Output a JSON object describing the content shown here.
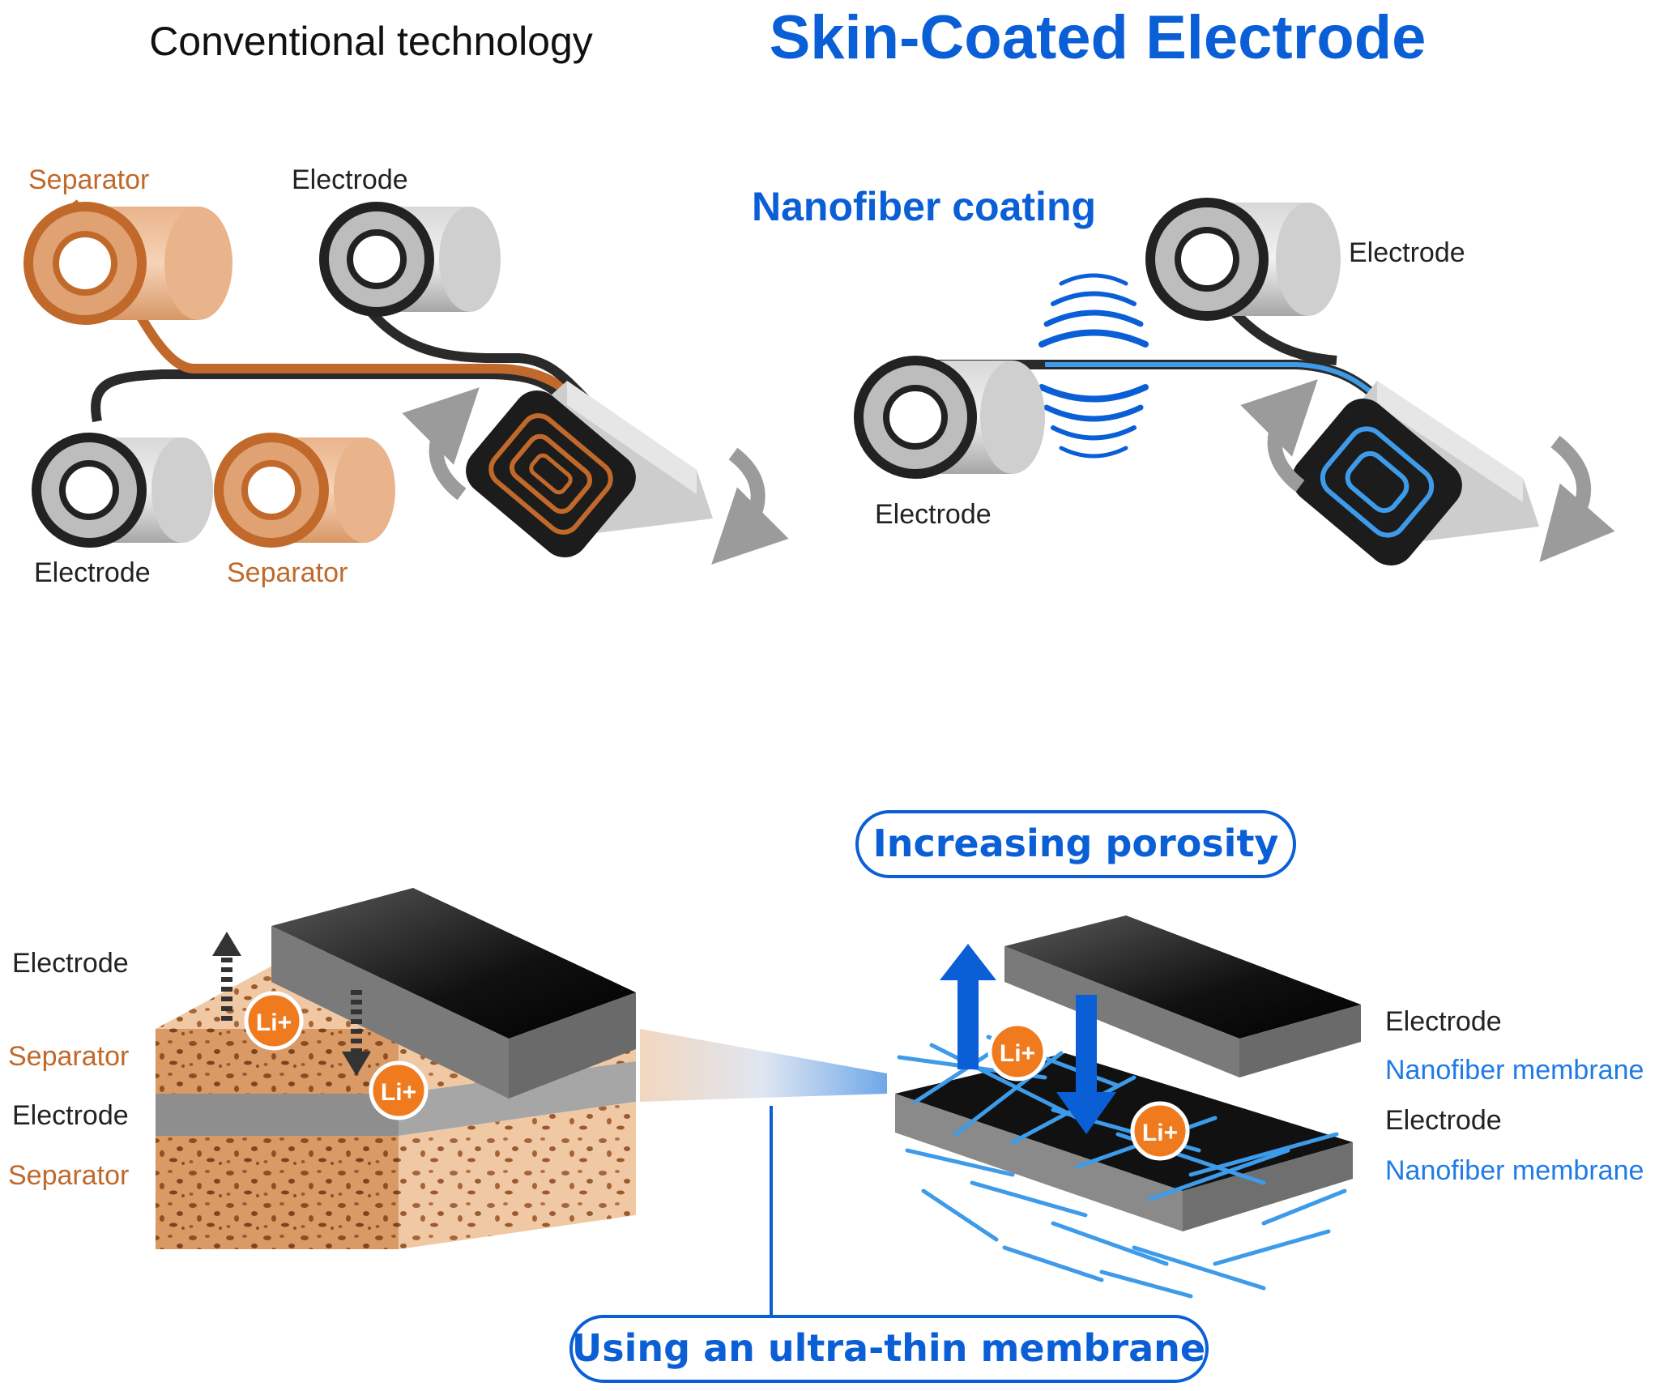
{
  "colors": {
    "blue": "#0a5fd6",
    "light_blue": "#2f8fe0",
    "orange": "#c0692a",
    "orange_ion": "#f07a1e",
    "dark": "#222222",
    "gray_roll": "#bcbcbc"
  },
  "conventional": {
    "title": "Conventional technology",
    "labels": {
      "separator_top": "Separator",
      "electrode_top": "Electrode",
      "electrode_bottom": "Electrode",
      "separator_bottom": "Separator"
    }
  },
  "skin_coated": {
    "title": "Skin-Coated Electrode",
    "nanofiber_coating": "Nanofiber coating",
    "labels": {
      "electrode_top": "Electrode",
      "electrode_bottom": "Electrode"
    }
  },
  "stack_conventional": {
    "labels": [
      "Electrode",
      "Separator",
      "Electrode",
      "Separator"
    ],
    "ion": "Li+"
  },
  "stack_nanofiber": {
    "labels": [
      "Electrode",
      "Nanofiber membrane",
      "Electrode",
      "Nanofiber membrane"
    ],
    "ion": "Li+"
  },
  "callouts": {
    "porosity": "Increasing porosity",
    "membrane": "Using an ultra-thin membrane"
  },
  "icons": [
    "rotation-arrow-icon",
    "nanofiber-spray-icon",
    "lithium-ion-icon",
    "ion-flow-arrow-icon"
  ]
}
